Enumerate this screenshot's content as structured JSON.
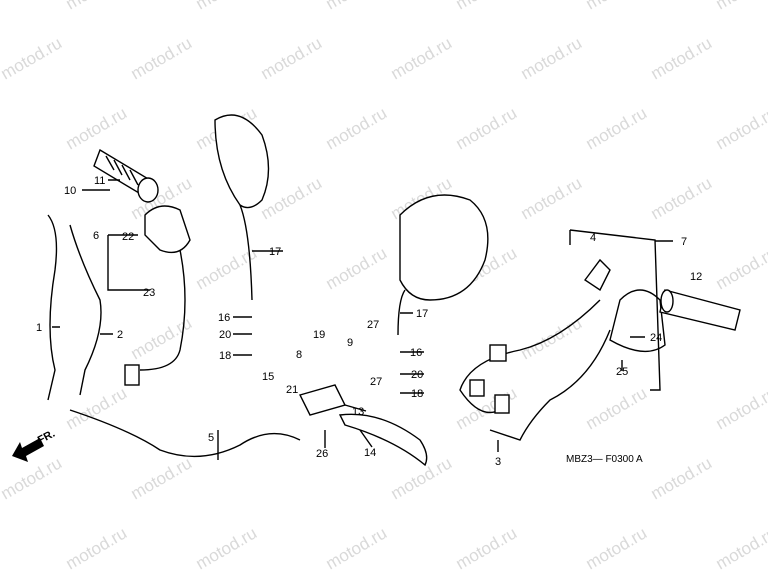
{
  "watermark": "motod.ru",
  "direction_marker": "FR.",
  "diagram_code": "MBZ3— F0300 A",
  "labels": {
    "p1": "1",
    "p2": "2",
    "p3": "3",
    "p4": "4",
    "p5": "5",
    "p6": "6",
    "p7": "7",
    "p8": "8",
    "p9": "9",
    "p10": "10",
    "p11": "11",
    "p12": "12",
    "p13": "13",
    "p14": "14",
    "p15": "15",
    "p16": "16",
    "p17": "17",
    "p18": "18",
    "p19": "19",
    "p20": "20",
    "p21": "21",
    "p22": "22",
    "p23": "23",
    "p24": "24",
    "p25": "25",
    "p26": "26",
    "p27": "27"
  }
}
